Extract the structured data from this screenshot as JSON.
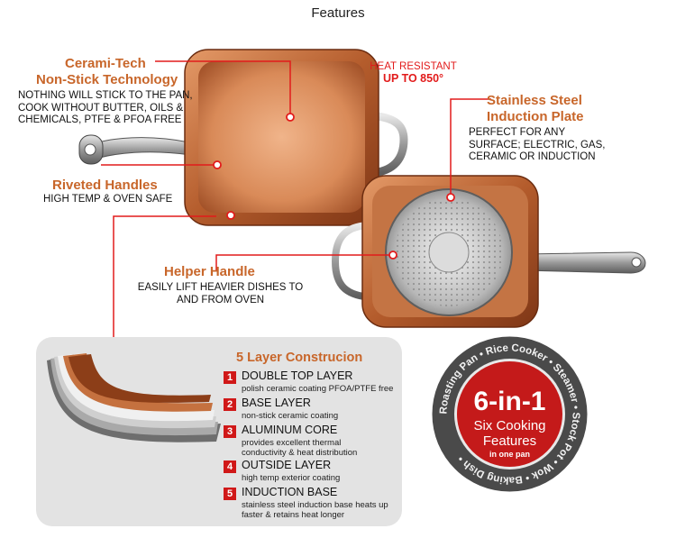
{
  "page_title": "Features",
  "callouts": {
    "ceramitech": {
      "title_line1": "Cerami-Tech",
      "title_line2": "Non-Stick Technology",
      "desc_line1": "NOTHING WILL STICK TO THE PAN,",
      "desc_line2": "COOK WITHOUT BUTTER, OILS &",
      "desc_line3": "CHEMICALS, PTFE & PFOA FREE"
    },
    "heat": {
      "line1": "HEAT RESISTANT",
      "line2": "UP TO 850°"
    },
    "induction": {
      "title_line1": "Stainless Steel",
      "title_line2": "Induction Plate",
      "desc_line1": "PERFECT FOR ANY",
      "desc_line2": "SURFACE; ELECTRIC, GAS,",
      "desc_line3": "CERAMIC OR INDUCTION"
    },
    "riveted": {
      "title": "Riveted Handles",
      "desc": "HIGH TEMP & OVEN SAFE"
    },
    "helper": {
      "title": "Helper Handle",
      "desc_line1": "EASILY LIFT HEAVIER DISHES TO",
      "desc_line2": "AND FROM OVEN"
    }
  },
  "layers": {
    "heading": "5 Layer Construcion",
    "items": [
      {
        "num": "1",
        "title": "DOUBLE TOP LAYER",
        "sub1": "polish ceramic coating PFOA/PTFE free",
        "sub2": ""
      },
      {
        "num": "2",
        "title": "BASE LAYER",
        "sub1": "non-stick ceramic coating",
        "sub2": ""
      },
      {
        "num": "3",
        "title": "ALUMINUM CORE",
        "sub1": "provides excellent thermal",
        "sub2": "conductivity & heat distribution"
      },
      {
        "num": "4",
        "title": "OUTSIDE LAYER",
        "sub1": "high temp exterior coating",
        "sub2": ""
      },
      {
        "num": "5",
        "title": "INDUCTION BASE",
        "sub1": "stainless steel induction base heats up",
        "sub2": "faster & retains heat longer"
      }
    ]
  },
  "badge": {
    "big": "6-in-1",
    "line1": "Six Cooking",
    "line2": "Features",
    "line3": "in one pan",
    "ring_items": [
      "Roasting Pan",
      "Rice Cooker",
      "Steamer",
      "Stock Pot",
      "Wok",
      "Baking Dish"
    ]
  },
  "colors": {
    "accent_orange": "#c8662a",
    "accent_red": "#e21b1b",
    "copper": "#c5713f",
    "badge_bg": "#c41a1a",
    "badge_ring": "#4a4a4a",
    "panel_gray": "#e3e3e3"
  }
}
